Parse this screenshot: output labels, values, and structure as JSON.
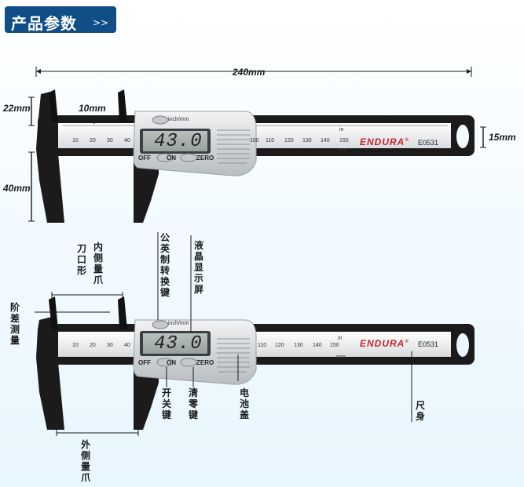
{
  "header": {
    "title": "产品参数",
    "arrows": ">>"
  },
  "dimensions": {
    "length": "240mm",
    "jaw_top": "22mm",
    "inner_jaw": "10mm",
    "jaw_bottom": "40mm",
    "body_height": "15mm"
  },
  "device": {
    "lcd_value": "43.0",
    "unit_button": "inch/mm",
    "off_label": "OFF",
    "on_label": "ON",
    "zero_label": "ZERO",
    "brand": "ENDURA",
    "registered_mark": "®",
    "model": "E0531",
    "inch_mark": "in",
    "mm_mark": "mm",
    "scale_numbers_top": [
      "10",
      "20",
      "30",
      "40",
      "100",
      "110",
      "120",
      "130",
      "140",
      "150"
    ],
    "scale_numbers_bottom": [
      "10",
      "20",
      "30",
      "40",
      "110",
      "120",
      "130",
      "140",
      "150"
    ]
  },
  "callouts": {
    "inner_jaw": "内侧量爪",
    "knife_edge": "刀口形",
    "step_measure": "阶差测量",
    "outer_jaw": "外侧量爪",
    "unit_switch": "公英制转换键",
    "lcd_screen": "液晶显示屏",
    "power_key": "开关键",
    "zero_key": "清零键",
    "battery_cover": "电池盖",
    "ruler_body": "尺身"
  },
  "colors": {
    "header_bg": "#0f4e86",
    "brand_red": "#c8232c",
    "frame_black": "#1b1b1b",
    "lcd_bg": "#a9b2ae",
    "body_silver": "#d6d9dc"
  }
}
